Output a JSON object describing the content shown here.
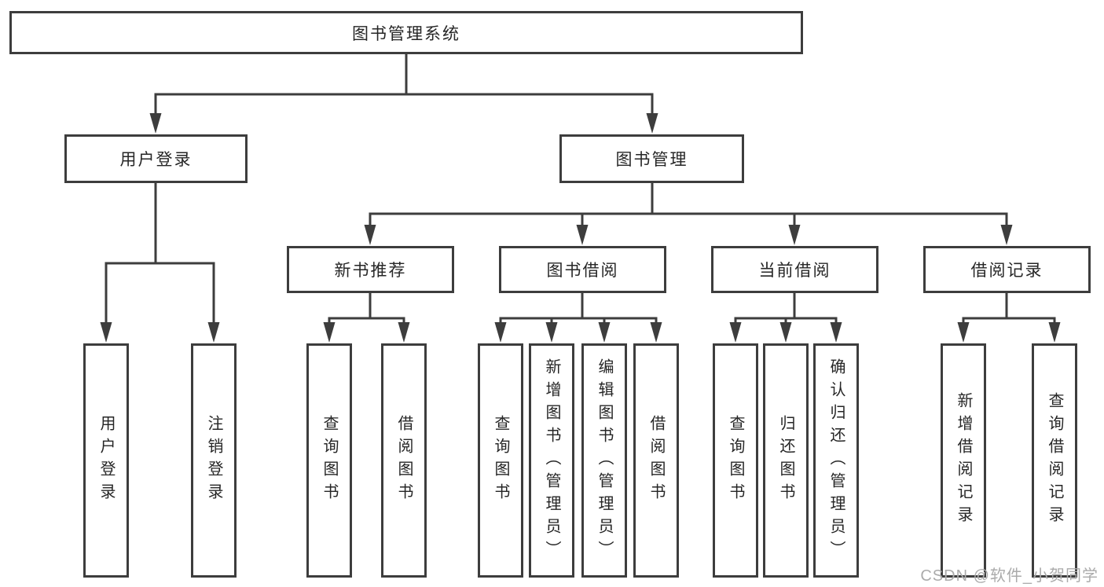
{
  "root": {
    "label": "图书管理系统",
    "children": [
      {
        "label": "用户登录",
        "children": [
          {
            "label": "用户登录"
          },
          {
            "label": "注销登录"
          }
        ]
      },
      {
        "label": "图书管理",
        "children": [
          {
            "label": "新书推荐",
            "children": [
              {
                "label": "查询图书"
              },
              {
                "label": "借阅图书"
              }
            ]
          },
          {
            "label": "图书借阅",
            "children": [
              {
                "label": "查询图书"
              },
              {
                "label": "新增图书（管理员）"
              },
              {
                "label": "编辑图书（管理员）"
              },
              {
                "label": "借阅图书"
              }
            ]
          },
          {
            "label": "当前借阅",
            "children": [
              {
                "label": "查询图书"
              },
              {
                "label": "归还图书"
              },
              {
                "label": "确认归还（管理员）"
              }
            ]
          },
          {
            "label": "借阅记录",
            "children": [
              {
                "label": "新增借阅记录"
              },
              {
                "label": "查询借阅记录"
              }
            ]
          }
        ]
      }
    ]
  },
  "watermark": "CSDN @软件_小贺同学",
  "colors": {
    "line": "#3d3d3d",
    "text": "#262626",
    "watermark": "#ababab",
    "background": "#ffffff"
  }
}
